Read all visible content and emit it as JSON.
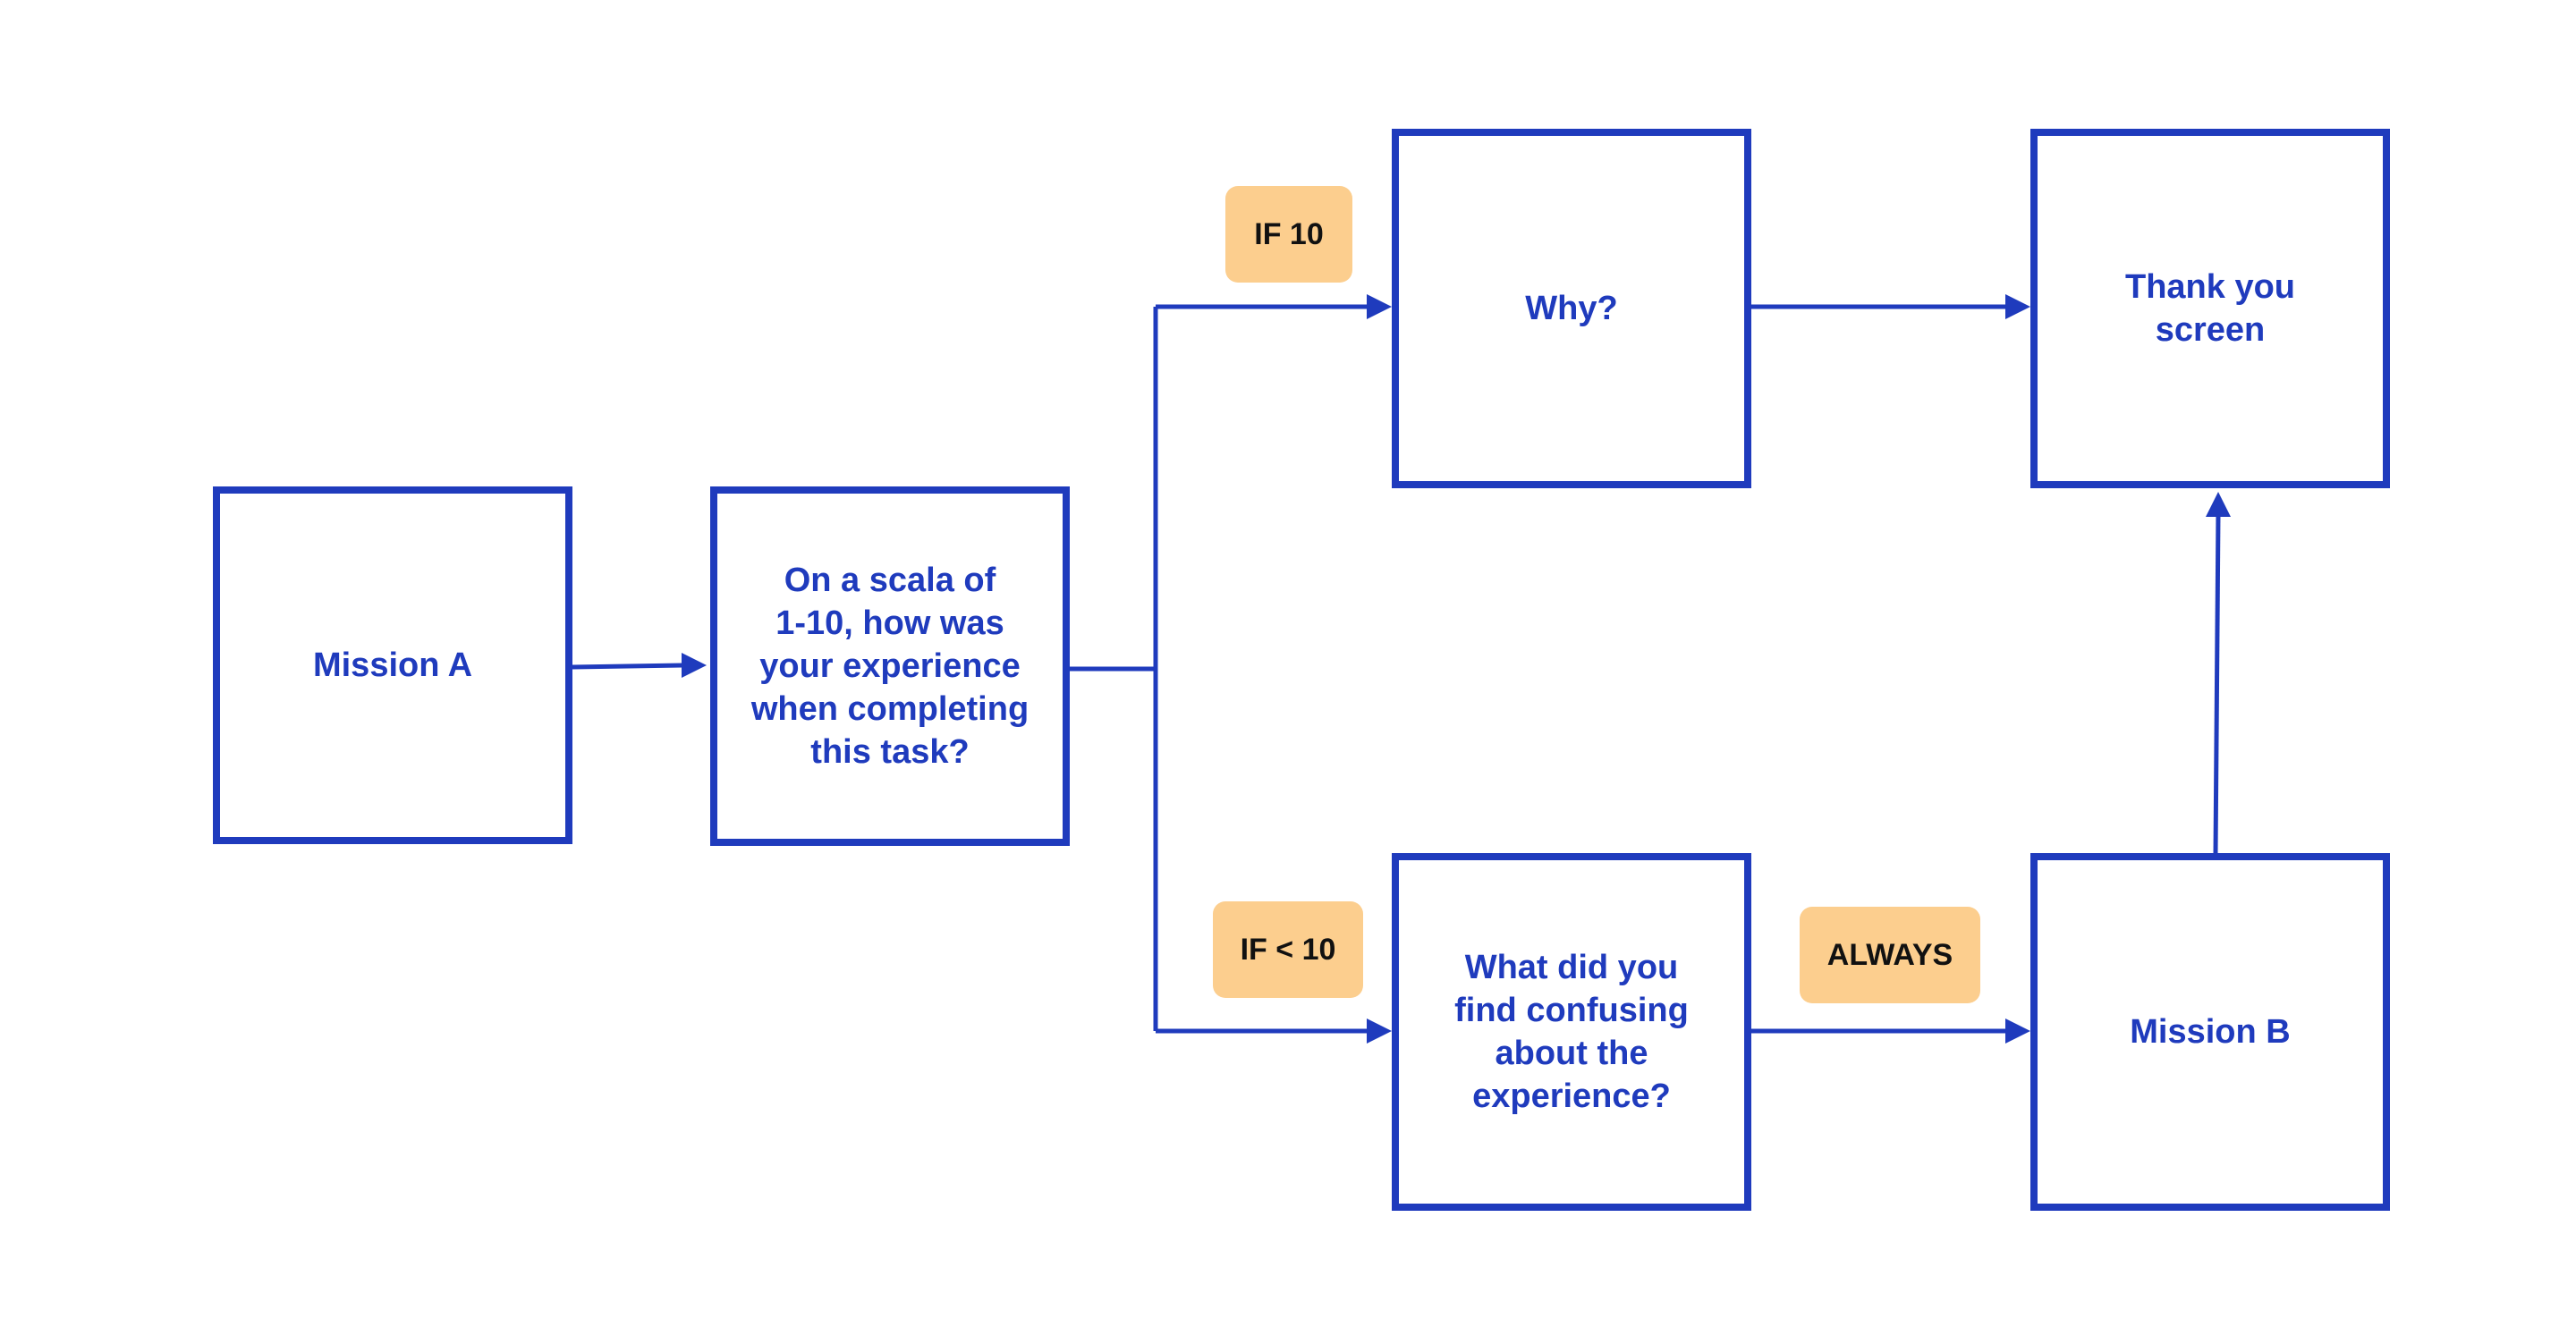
{
  "colors": {
    "stroke": "#1f3bbd",
    "node_text": "#1f3bbd",
    "badge_fill": "#fcce8e",
    "badge_text": "#111111",
    "background": "#ffffff"
  },
  "nodes": {
    "mission_a": "Mission A",
    "question": "On a scala of\n1-10, how was\nyour experience\nwhen completing\nthis task?",
    "why": "Why?",
    "thank_you": "Thank you\nscreen",
    "confusing": "What did you\nfind confusing\nabout the\nexperience?",
    "mission_b": "Mission B"
  },
  "conditions": {
    "if_10": "IF 10",
    "if_lt_10": "IF < 10",
    "always": "ALWAYS"
  }
}
